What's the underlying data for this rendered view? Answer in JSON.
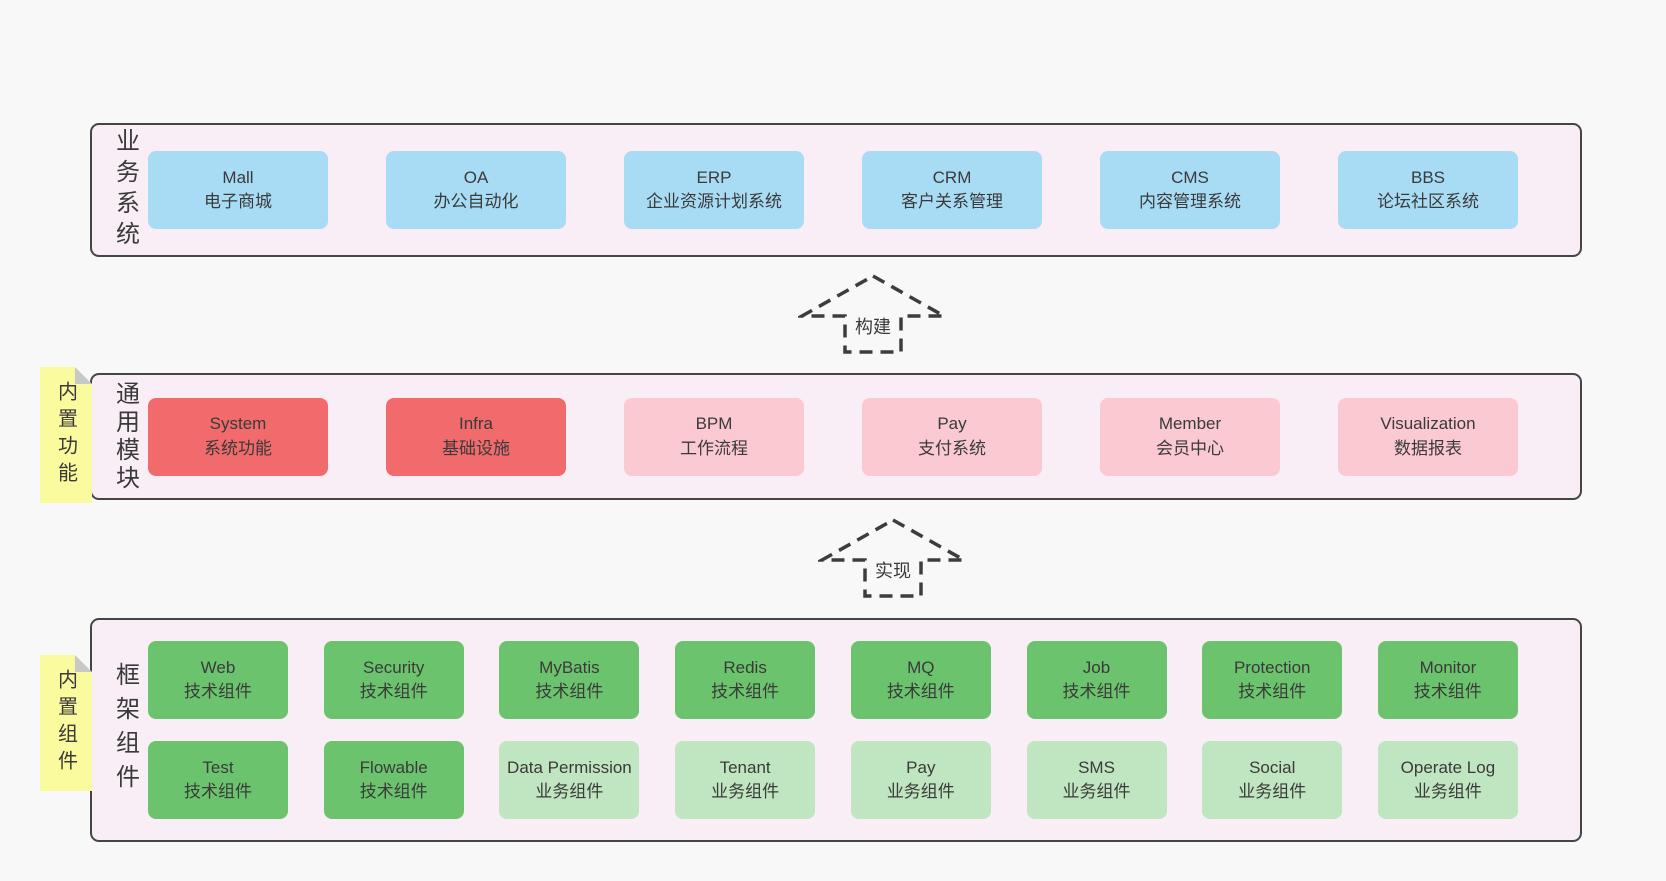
{
  "colors": {
    "page_bg": "#f8f8f8",
    "band_bg": "#f9edf6",
    "band_border": "#454545",
    "blue_box": "#a8dcf5",
    "red_box": "#f16a6c",
    "pink_box": "#fbc9d2",
    "green_box": "#6bc46d",
    "light_green_box": "#bfe6c0",
    "sticky_yellow": "#fafa9e",
    "sticky_fold": "#c8c8c8",
    "text": "#3a3a3a",
    "arrow": "#3d3d3d"
  },
  "bands": {
    "business": {
      "label": "业务系统",
      "boxes": [
        {
          "name": "Mall",
          "desc": "电子商城"
        },
        {
          "name": "OA",
          "desc": "办公自动化"
        },
        {
          "name": "ERP",
          "desc": "企业资源计划系统"
        },
        {
          "name": "CRM",
          "desc": "客户关系管理"
        },
        {
          "name": "CMS",
          "desc": "内容管理系统"
        },
        {
          "name": "BBS",
          "desc": "论坛社区系统"
        }
      ]
    },
    "modules": {
      "label": "通用模块",
      "sticky": "内置功能",
      "boxes": [
        {
          "name": "System",
          "desc": "系统功能"
        },
        {
          "name": "Infra",
          "desc": "基础设施"
        },
        {
          "name": "BPM",
          "desc": "工作流程"
        },
        {
          "name": "Pay",
          "desc": "支付系统"
        },
        {
          "name": "Member",
          "desc": "会员中心"
        },
        {
          "name": "Visualization",
          "desc": "数据报表"
        }
      ]
    },
    "components": {
      "label": "框架组件",
      "sticky": "内置组件",
      "row1": [
        {
          "name": "Web",
          "desc": "技术组件"
        },
        {
          "name": "Security",
          "desc": "技术组件"
        },
        {
          "name": "MyBatis",
          "desc": "技术组件"
        },
        {
          "name": "Redis",
          "desc": "技术组件"
        },
        {
          "name": "MQ",
          "desc": "技术组件"
        },
        {
          "name": "Job",
          "desc": "技术组件"
        },
        {
          "name": "Protection",
          "desc": "技术组件"
        },
        {
          "name": "Monitor",
          "desc": "技术组件"
        }
      ],
      "row2": [
        {
          "name": "Test",
          "desc": "技术组件"
        },
        {
          "name": "Flowable",
          "desc": "技术组件"
        },
        {
          "name": "Data Permission",
          "desc": "业务组件"
        },
        {
          "name": "Tenant",
          "desc": "业务组件"
        },
        {
          "name": "Pay",
          "desc": "业务组件"
        },
        {
          "name": "SMS",
          "desc": "业务组件"
        },
        {
          "name": "Social",
          "desc": "业务组件"
        },
        {
          "name": "Operate Log",
          "desc": "业务组件"
        }
      ]
    }
  },
  "arrows": [
    {
      "label": "构建"
    },
    {
      "label": "实现"
    }
  ]
}
